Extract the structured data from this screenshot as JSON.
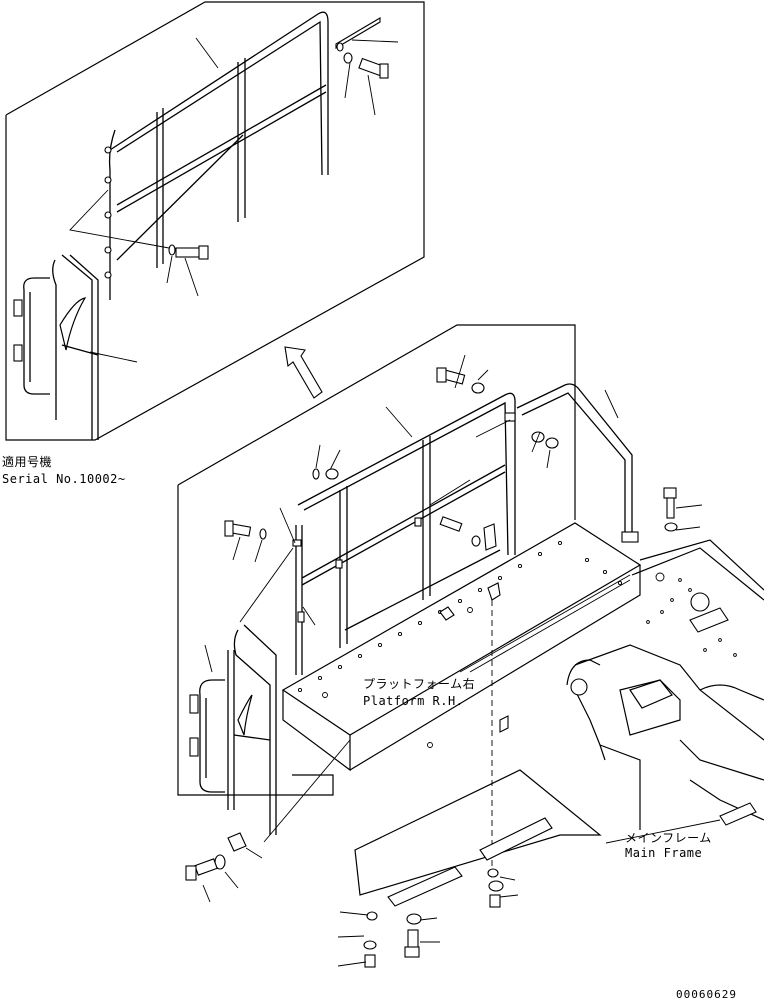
{
  "serial_note": {
    "jp": "適用号機",
    "en": "Serial No.10002~"
  },
  "platform_label": {
    "jp": "プラットフォーム右",
    "en": "Platform R.H."
  },
  "main_frame_label": {
    "jp": "メインフレーム",
    "en": "Main Frame"
  },
  "drawing_number": "00060629"
}
